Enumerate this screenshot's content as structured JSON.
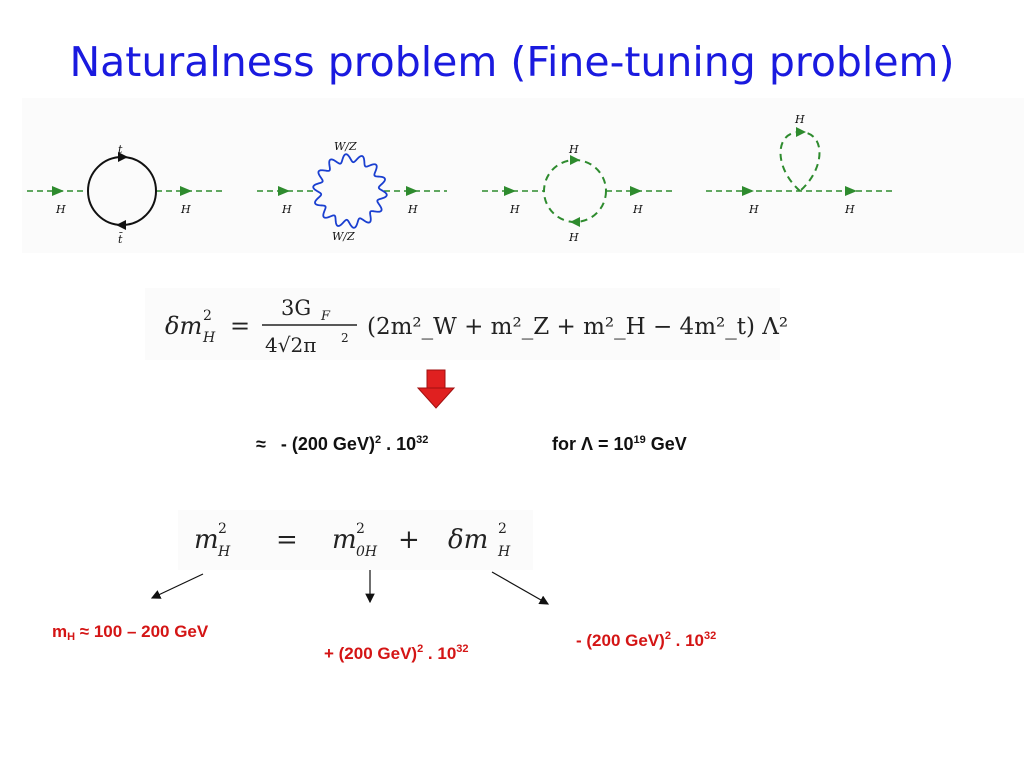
{
  "title": "Naturalness problem (Fine-tuning problem)",
  "diagrams": {
    "d1": {
      "top": "t",
      "bottom": "t̄",
      "left": "H",
      "right": "H"
    },
    "d2": {
      "top": "W/Z",
      "bottom": "W/Z",
      "left": "H",
      "right": "H"
    },
    "d3": {
      "top": "H",
      "bottom": "H",
      "left": "H",
      "right": "H"
    },
    "d4": {
      "top": "H",
      "left": "H",
      "right": "H"
    }
  },
  "formula1": {
    "lhs": "δm",
    "lhs_sup": "2",
    "lhs_sub": "H",
    "equals": "=",
    "frac_num": "3G",
    "frac_num_sub": "F",
    "frac_den": "4√2π",
    "frac_den_sup": "2",
    "bracket": "(2m²_W + m²_Z + m²_H − 4m²_t) Λ²"
  },
  "approx_line": {
    "approx": "≈",
    "value_base": "- (200 GeV)",
    "value_exp": "2",
    "times": " . 10",
    "times_exp": "32",
    "for_text": "for Λ = 10",
    "for_exp": "19",
    "for_unit": " GeV"
  },
  "formula2": {
    "m": "m",
    "sup": "2",
    "sub_H": "H",
    "equals": "=",
    "sub_0H": "0H",
    "plus": "+",
    "delta_m": "δm"
  },
  "annotations": {
    "mh": {
      "m": "m",
      "sub": "H",
      "text": " ≈ 100 – 200 GeV"
    },
    "bare": {
      "base": "+ (200 GeV)",
      "exp": "2",
      "times": " . 10",
      "exp2": "32"
    },
    "correction": {
      "base": "- (200 GeV)",
      "exp": "2",
      "times": " . 10",
      "exp2": "32"
    }
  },
  "colors": {
    "title": "#1a1adf",
    "annotation": "#d41515",
    "arrow": "#e02020",
    "diagram_green": "#2e8b2e"
  }
}
